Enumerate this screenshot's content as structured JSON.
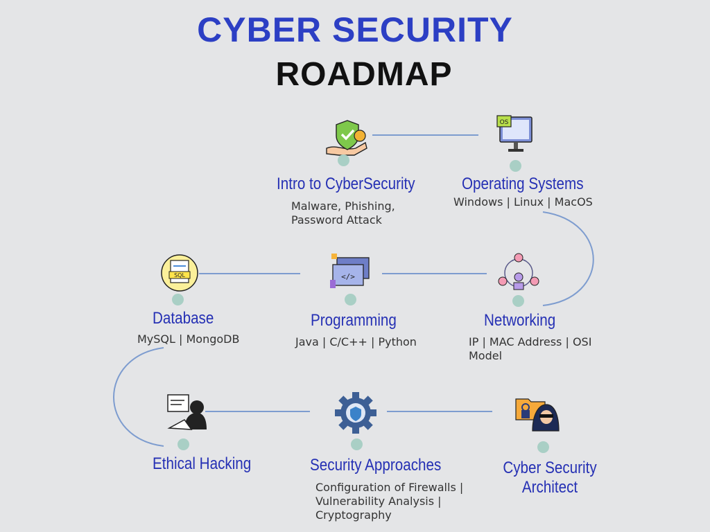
{
  "title": {
    "line1": "CYBER SECURITY",
    "line2": "ROADMAP"
  },
  "colors": {
    "title": "#2c3fc4",
    "label": "#2530b4",
    "connector": "#7d9ccf",
    "dot": "#a9cfc5",
    "background": "#e4e5e7"
  },
  "nodes": [
    {
      "id": "intro",
      "label": "Intro to CyberSecurity",
      "icon": "shield-check-hand-icon",
      "desc": [
        "Malware, Phishing,",
        "Password Attack"
      ]
    },
    {
      "id": "os",
      "label": "Operating Systems",
      "icon": "os-monitor-icon",
      "desc": [
        "Windows | Linux | MacOS"
      ]
    },
    {
      "id": "database",
      "label": "Database",
      "icon": "sql-database-icon",
      "desc": [
        "MySQL | MongoDB"
      ]
    },
    {
      "id": "programming",
      "label": "Programming",
      "icon": "code-window-icon",
      "desc": [
        "Java | C/C++ | Python"
      ]
    },
    {
      "id": "networking",
      "label": "Networking",
      "icon": "network-people-icon",
      "desc": [
        "IP | MAC Address | OSI",
        "Model"
      ]
    },
    {
      "id": "ethical",
      "label": "Ethical Hacking",
      "icon": "hacker-laptop-icon",
      "desc": []
    },
    {
      "id": "security",
      "label": "Security Approaches",
      "icon": "gear-shield-icon",
      "desc": [
        "Configuration of Firewalls |",
        "Vulnerability Analysis |",
        "Cryptography"
      ]
    },
    {
      "id": "architect",
      "label": "Cyber Security Architect",
      "label_lines": [
        "Cyber Security",
        "Architect"
      ],
      "icon": "hooded-hacker-folder-icon",
      "desc": []
    }
  ]
}
